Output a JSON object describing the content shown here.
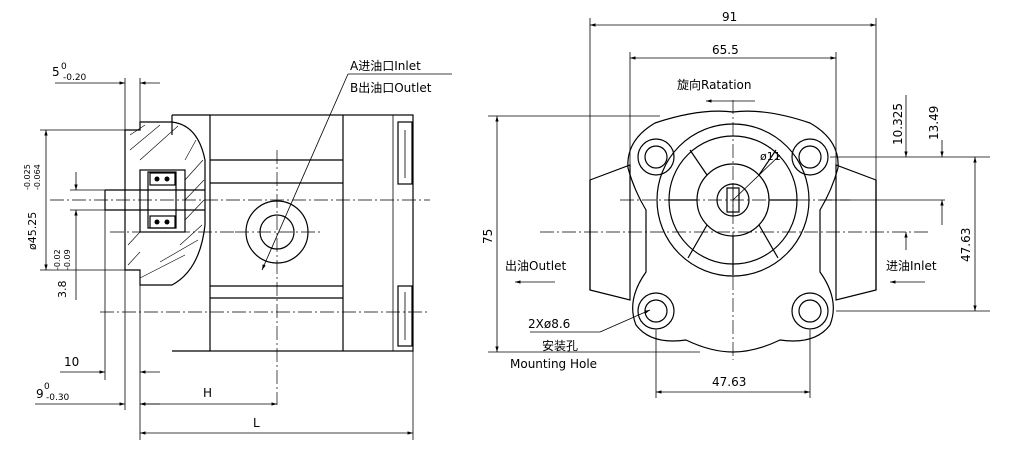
{
  "side_view": {
    "dim_flange_thk": "5",
    "dim_flange_thk_sup": "0",
    "dim_flange_thk_sub": "-0.20",
    "dim_pilot_dia": "ø45.25",
    "dim_pilot_dia_sup": "-0.025",
    "dim_pilot_dia_sub": "-0.064",
    "dim_key": "3.8",
    "dim_key_sup": "-0.02",
    "dim_key_sub": "-0.09",
    "dim_shaft_len": "10",
    "dim_pilot_len": "9",
    "dim_pilot_len_sup": "0",
    "dim_pilot_len_sub": "-0.30",
    "dim_h": "H",
    "dim_l": "L",
    "port_a": "A进油口Inlet",
    "port_b": "B出油口Outlet"
  },
  "front_view": {
    "dim_width": "91",
    "dim_width_inner": "65.5",
    "rotation": "旋向Ratation",
    "dim_10_325": "10.325",
    "dim_13_49": "13.49",
    "dim_47_63_v": "47.63",
    "dim_75": "75",
    "outlet": "出油Outlet",
    "inlet": "进油Inlet",
    "dim_holes": "2Xø8.6",
    "holes_cn": "安装孔",
    "holes_en": "Mounting Hole",
    "dim_47_63_h": "47.63",
    "dim_shaft_dia": "ø11"
  }
}
